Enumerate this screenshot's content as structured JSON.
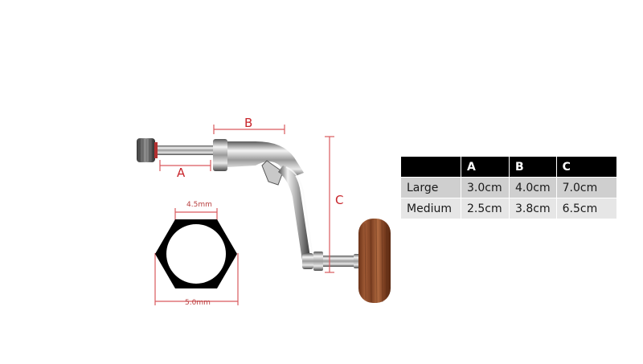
{
  "product": {
    "description": "Fishing reel replacement handle with wooden knob, dimension diagram",
    "colors": {
      "dimension_line": "#c8252b",
      "table_header": "#000000",
      "row_large": "#cfcfcf",
      "row_medium": "#e6e6e6",
      "wood": "#8a4a2a"
    }
  },
  "dimensions": {
    "a_label": "A",
    "b_label": "B",
    "c_label": "C",
    "hex_top_label": "4.5mm",
    "hex_bottom_label": "5.0mm"
  },
  "table": {
    "headers": [
      "",
      "A",
      "B",
      "C"
    ],
    "rows": [
      {
        "size": "Large",
        "a": "3.0cm",
        "b": "4.0cm",
        "c": "7.0cm"
      },
      {
        "size": "Medium",
        "a": "2.5cm",
        "b": "3.8cm",
        "c": "6.5cm"
      }
    ]
  }
}
